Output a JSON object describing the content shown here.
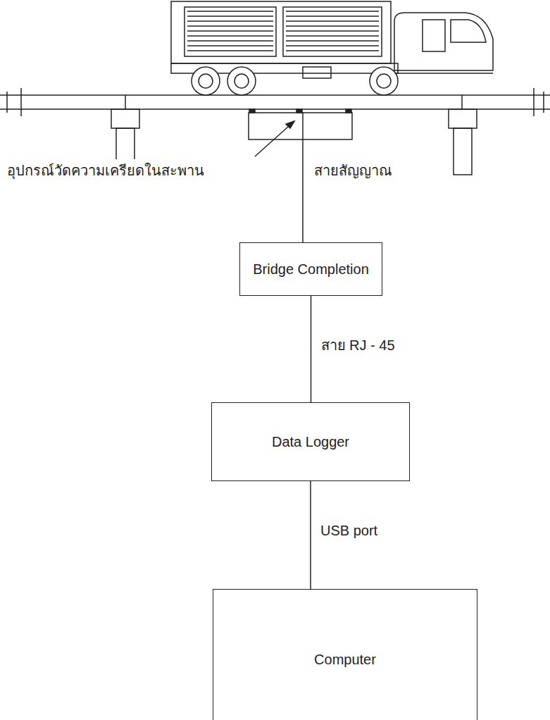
{
  "diagram": {
    "nodes": [
      {
        "text": [
          "Bridge Completion"
        ]
      },
      {
        "text": [
          "Data Logger"
        ]
      },
      {
        "text": [
          "Computer"
        ]
      }
    ],
    "edges": [
      {
        "from": 0,
        "to": 1,
        "arrow": "none",
        "label": "สาย RJ - 45"
      },
      {
        "from": 1,
        "to": 2,
        "arrow": "none",
        "label": "USB port"
      }
    ],
    "labels": [
      "อุปกรณ์วัดความเครียดในสะพาน",
      "สายสัญญาณ"
    ]
  }
}
